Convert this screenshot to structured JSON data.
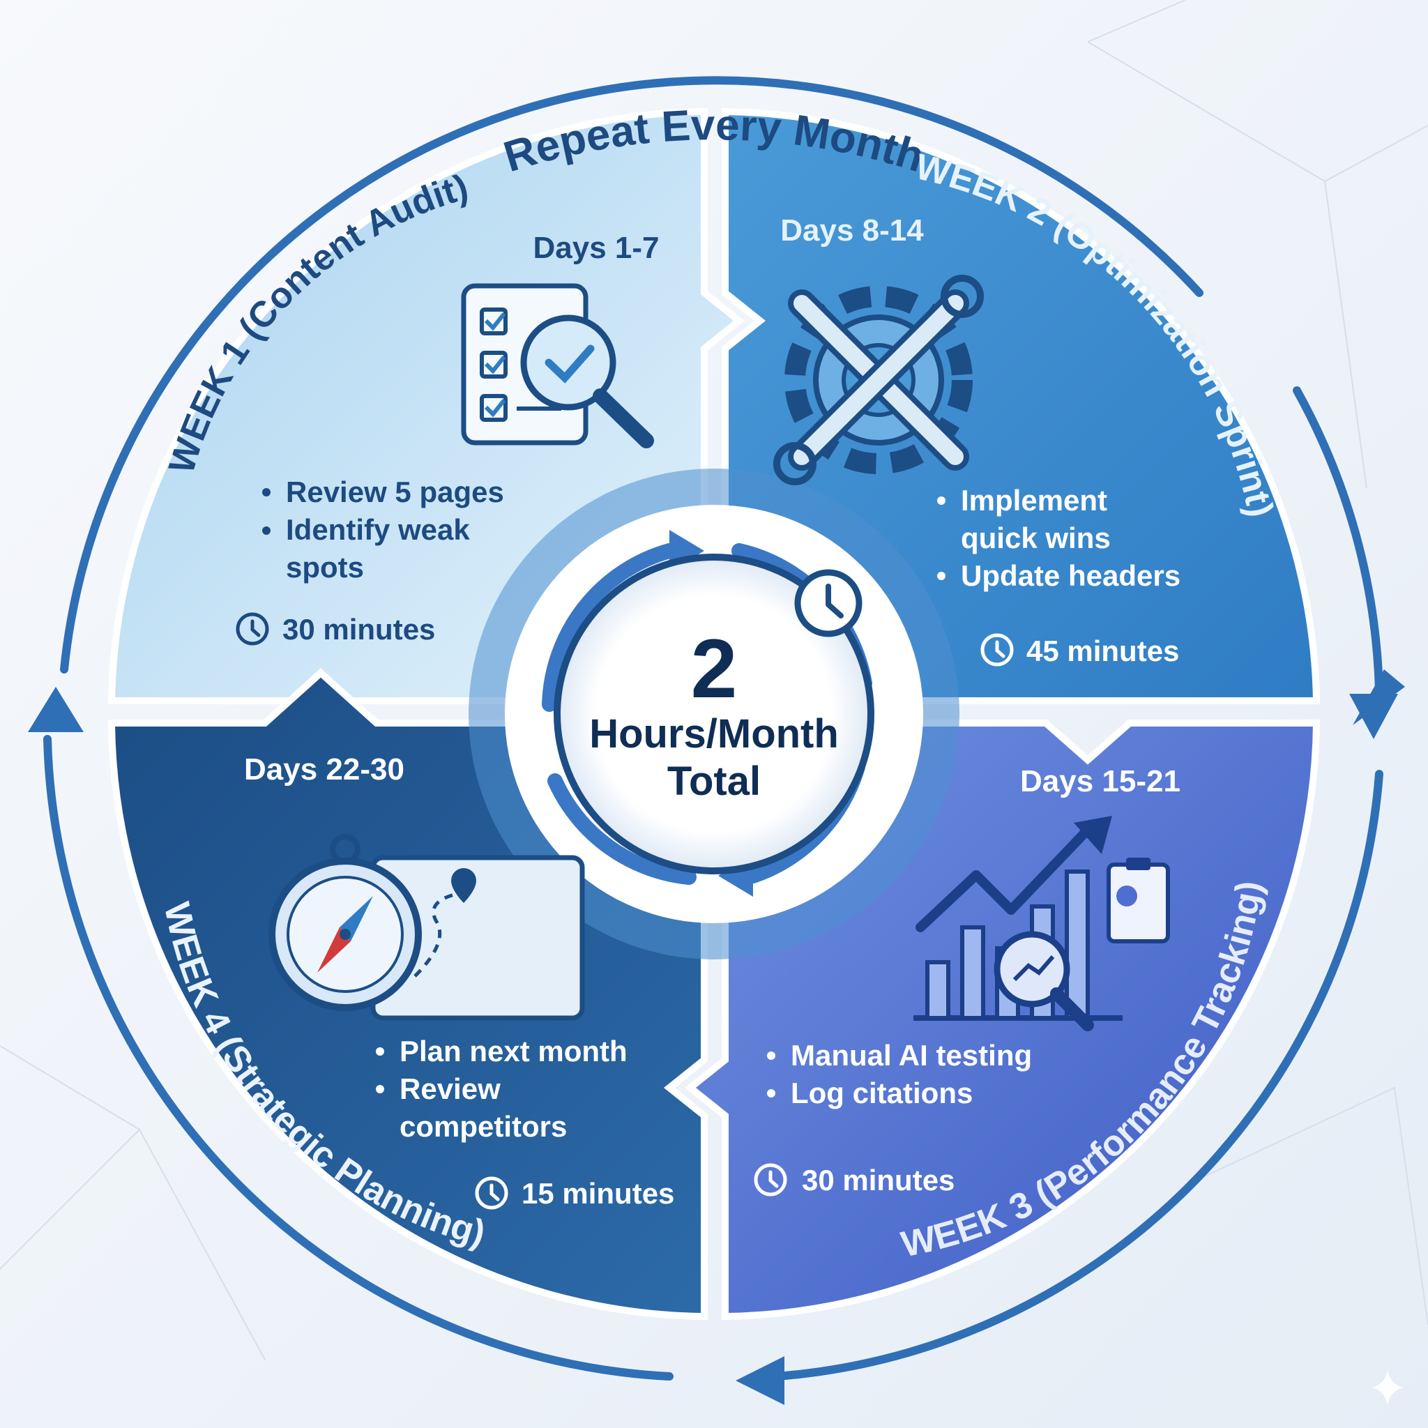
{
  "diagram": {
    "cycle_title": "Repeat Every Month",
    "center": {
      "number": "2",
      "line1": "Hours/Month",
      "line2": "Total",
      "icon": "clock-icon"
    },
    "quadrants": [
      {
        "id": "week1",
        "title": "WEEK 1 (Content Audit)",
        "days": "Days 1-7",
        "icon": "checklist-magnifier-icon",
        "bullets": [
          "Review 5 pages",
          "Identify weak",
          "spots"
        ],
        "bullet_marks": [
          true,
          true,
          false
        ],
        "time": "30 minutes",
        "color": "#bfe0f4"
      },
      {
        "id": "week2",
        "title": "WEEK 2 (Optimization Sprint)",
        "days": "Days 8-14",
        "icon": "gear-tools-icon",
        "bullets": [
          "Implement",
          "quick wins",
          "Update headers"
        ],
        "bullet_marks": [
          true,
          false,
          true
        ],
        "time": "45 minutes",
        "color": "#3f8fd2"
      },
      {
        "id": "week3",
        "title": "WEEK 3 (Performance Tracking)",
        "days": "Days 15-21",
        "icon": "analytics-chart-icon",
        "bullets": [
          "Manual AI testing",
          "Log citations"
        ],
        "bullet_marks": [
          true,
          true
        ],
        "time": "30 minutes",
        "color": "#4f6fd0"
      },
      {
        "id": "week4",
        "title": "WEEK 4 (Strategic Planning)",
        "days": "Days 22-30",
        "icon": "compass-map-icon",
        "bullets": [
          "Plan next month",
          "Review",
          "competitors"
        ],
        "bullet_marks": [
          true,
          true,
          false
        ],
        "time": "15 minutes",
        "color": "#1f5a94"
      }
    ],
    "colors": {
      "outer_ring": "#2f6fb5",
      "title_text": "#1d4a80",
      "center_text": "#0f2d55",
      "inner_arrows": "#3a78c6"
    }
  }
}
